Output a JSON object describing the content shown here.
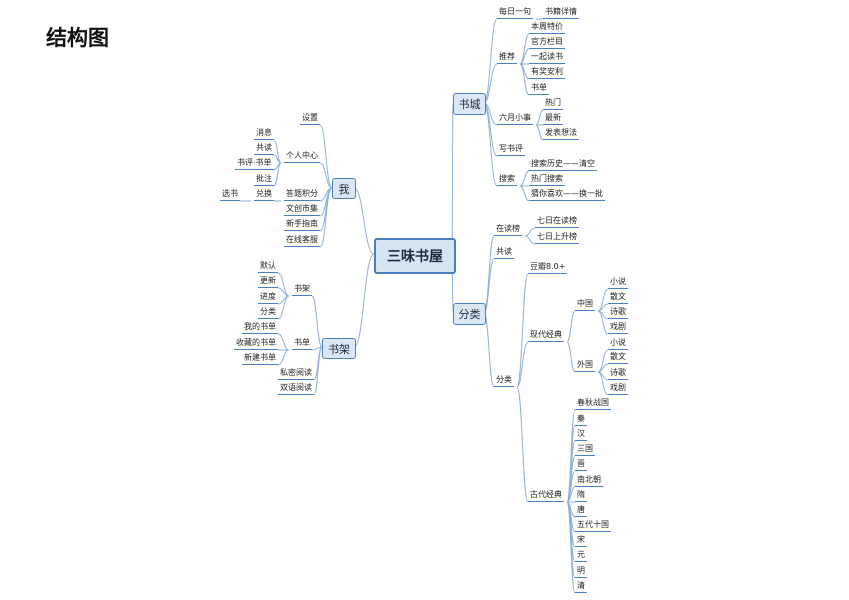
{
  "title": "结构图",
  "root": "三味书屋",
  "branches": {
    "shucheng": "书城",
    "wo": "我",
    "shujia": "书架",
    "fenlei": "分类"
  },
  "nodes": {
    "mryj": "每日一句",
    "sjxq": "书籍详情",
    "tj": "推荐",
    "bztj": "本周特价",
    "gflm": "官方栏目",
    "yqds": "一起读书",
    "yjal": "有奖安利",
    "sd1": "书单",
    "lyxs": "六月小事",
    "rm": "热门",
    "zx": "最新",
    "fbxf": "发表想法",
    "xsp": "写书评",
    "ss": "搜索",
    "sslsqk": "搜索历史——清空",
    "rmss": "热门搜索",
    "cnxhhyp": "猜你喜欢——换一批",
    "sz": "设置",
    "grzx": "个人中心",
    "xx": "消息",
    "gd1": "共读",
    "spsd": "书评·书单",
    "pz": "批注",
    "dtjf": "答题积分",
    "dh": "兑换",
    "xs": "选书",
    "wcsj": "文创市集",
    "xszn": "新手指南",
    "zxkf": "在线客服",
    "sj2": "书架",
    "mr": "默认",
    "gx": "更新",
    "jd": "进度",
    "fl2": "分类",
    "sd2": "书单",
    "wdsd": "我的书单",
    "scdsd": "收藏的书单",
    "xjsd": "新建书单",
    "smyd": "私密阅读",
    "syyd": "双语阅读",
    "zdb": "在读榜",
    "qrzdb": "七日在读榜",
    "qrssb": "七日上升榜",
    "gd2": "共读",
    "fl3": "分类",
    "db": "豆瓣8.0+",
    "xdjd": "现代经典",
    "zg": "中国",
    "zg_xs": "小说",
    "zg_sw": "散文",
    "zg_sg": "诗歌",
    "zg_xj": "戏剧",
    "wg": "外国",
    "wg_xs": "小说",
    "wg_sw": "散文",
    "wg_sg": "诗歌",
    "wg_xj": "戏剧",
    "gdjd": "古代经典",
    "cqzg": "春秋战国",
    "qin": "秦",
    "han": "汉",
    "sg": "三国",
    "jin": "晋",
    "nbc": "南北朝",
    "sui": "隋",
    "tang": "唐",
    "wdsg": "五代十国",
    "song": "宋",
    "yuan": "元",
    "ming": "明",
    "qing": "清"
  }
}
